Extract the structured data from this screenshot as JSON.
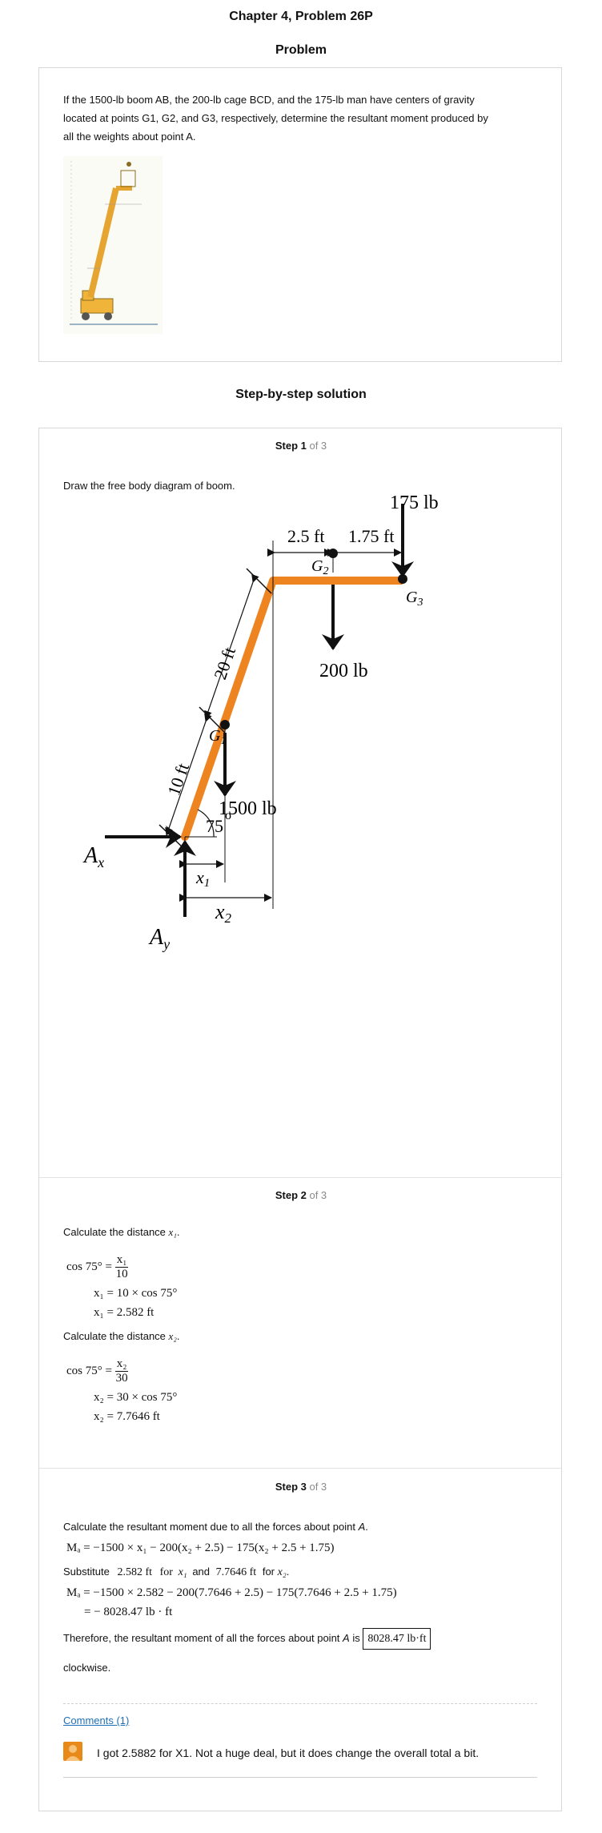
{
  "header": {
    "title": "Chapter 4, Problem 26P"
  },
  "problem": {
    "heading": "Problem",
    "text_line1": "If the 1500-lb boom AB, the 200-lb cage BCD, and the 175-lb man have centers of gravity",
    "text_line2": "located at points G1, G2, and G3, respectively, determine the resultant moment produced by",
    "text_line3": "all the weights about point A."
  },
  "solution_heading": "Step-by-step solution",
  "step1": {
    "label": "Step 1",
    "of": " of 3",
    "text": "Draw the free body diagram of boom.",
    "fbd": {
      "w_man": "175 lb",
      "d_25": "2.5 ft",
      "d_175": "1.75 ft",
      "g2": "G",
      "g2_sub": "2",
      "g3": "G",
      "g3_sub": "3",
      "w_cage": "200 lb",
      "d_20": "20 ft",
      "g1": "G",
      "g1_sub": "1",
      "d_10": "10 ft",
      "w_boom": "1500 lb",
      "angle": "75",
      "deg": "o",
      "ax": "A",
      "ax_sub": "x",
      "x1": "x",
      "x1_sub": "1",
      "x2": "x",
      "x2_sub": "2",
      "ay": "A",
      "ay_sub": "y"
    }
  },
  "step2": {
    "label": "Step 2",
    "of": " of 3",
    "calc_x1_text": "Calculate the distance",
    "x1_eq1_lhs": "cos 75° =",
    "x1_eq1_num": "x₁",
    "x1_eq1_den": "10",
    "x1_eq2": "x₁ = 10 × cos 75°",
    "x1_eq3": "x₁ = 2.582  ft",
    "calc_x2_text": "Calculate the distance",
    "x2_eq1_lhs": "cos 75° =",
    "x2_eq1_num": "x₂",
    "x2_eq1_den": "30",
    "x2_eq2": "x₂ = 30 × cos 75°",
    "x2_eq3": "x₂ = 7.7646  ft",
    "var_x1": "x₁",
    "var_x2": "x₂"
  },
  "step3": {
    "label": "Step 3",
    "of": " of 3",
    "intro": "Calculate the resultant moment due to all the forces about point",
    "point": "A",
    "eq1": "Mₐ = −1500 × x₁ − 200(x₂ + 2.5) − 175(x₂ + 2.5 + 1.75)",
    "subst_pre": "Substitute",
    "subst_v1": "2.582  ft",
    "subst_for1": "for",
    "subst_x1": "x₁",
    "subst_and": "and",
    "subst_v2": "7.7646  ft",
    "subst_for2": "for",
    "subst_x2": "x₂",
    "eq2": "Mₐ = −1500 × 2.582 − 200(7.7646 + 2.5) − 175(7.7646 + 2.5 + 1.75)",
    "eq3": "= − 8028.47  lb · ft",
    "therefore": "Therefore, the resultant moment of all the forces about point",
    "therefore_point": "A",
    "therefore_is": "is",
    "answer": "8028.47  lb·ft",
    "clockwise": "clockwise."
  },
  "comments": {
    "link": "Comments (1)",
    "text": "I got 2.5882 for X1. Not a huge deal, but it does change the overall total a bit."
  }
}
